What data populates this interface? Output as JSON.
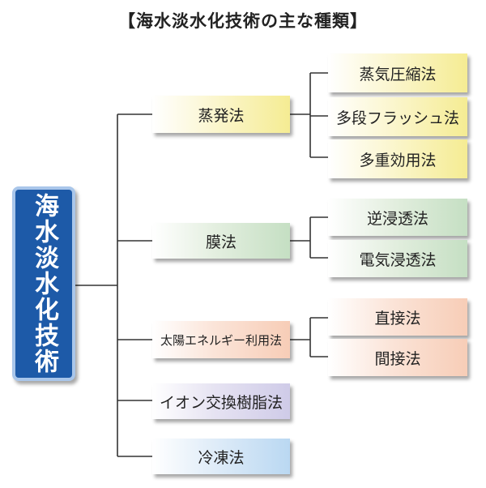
{
  "title": "【海水淡水化技術の主な種類】",
  "root": {
    "label": "海水淡水化技術"
  },
  "categories": [
    {
      "label": "蒸発法",
      "color": "yellow",
      "children": [
        "蒸気圧縮法",
        "多段フラッシュ法",
        "多重効用法"
      ]
    },
    {
      "label": "膜法",
      "color": "green",
      "children": [
        "逆浸透法",
        "電気浸透法"
      ]
    },
    {
      "label": "太陽エネルギー利用法",
      "color": "orange",
      "children": [
        "直接法",
        "間接法"
      ]
    },
    {
      "label": "イオン交換樹脂法",
      "color": "purple",
      "children": []
    },
    {
      "label": "冷凍法",
      "color": "blue",
      "children": []
    }
  ]
}
